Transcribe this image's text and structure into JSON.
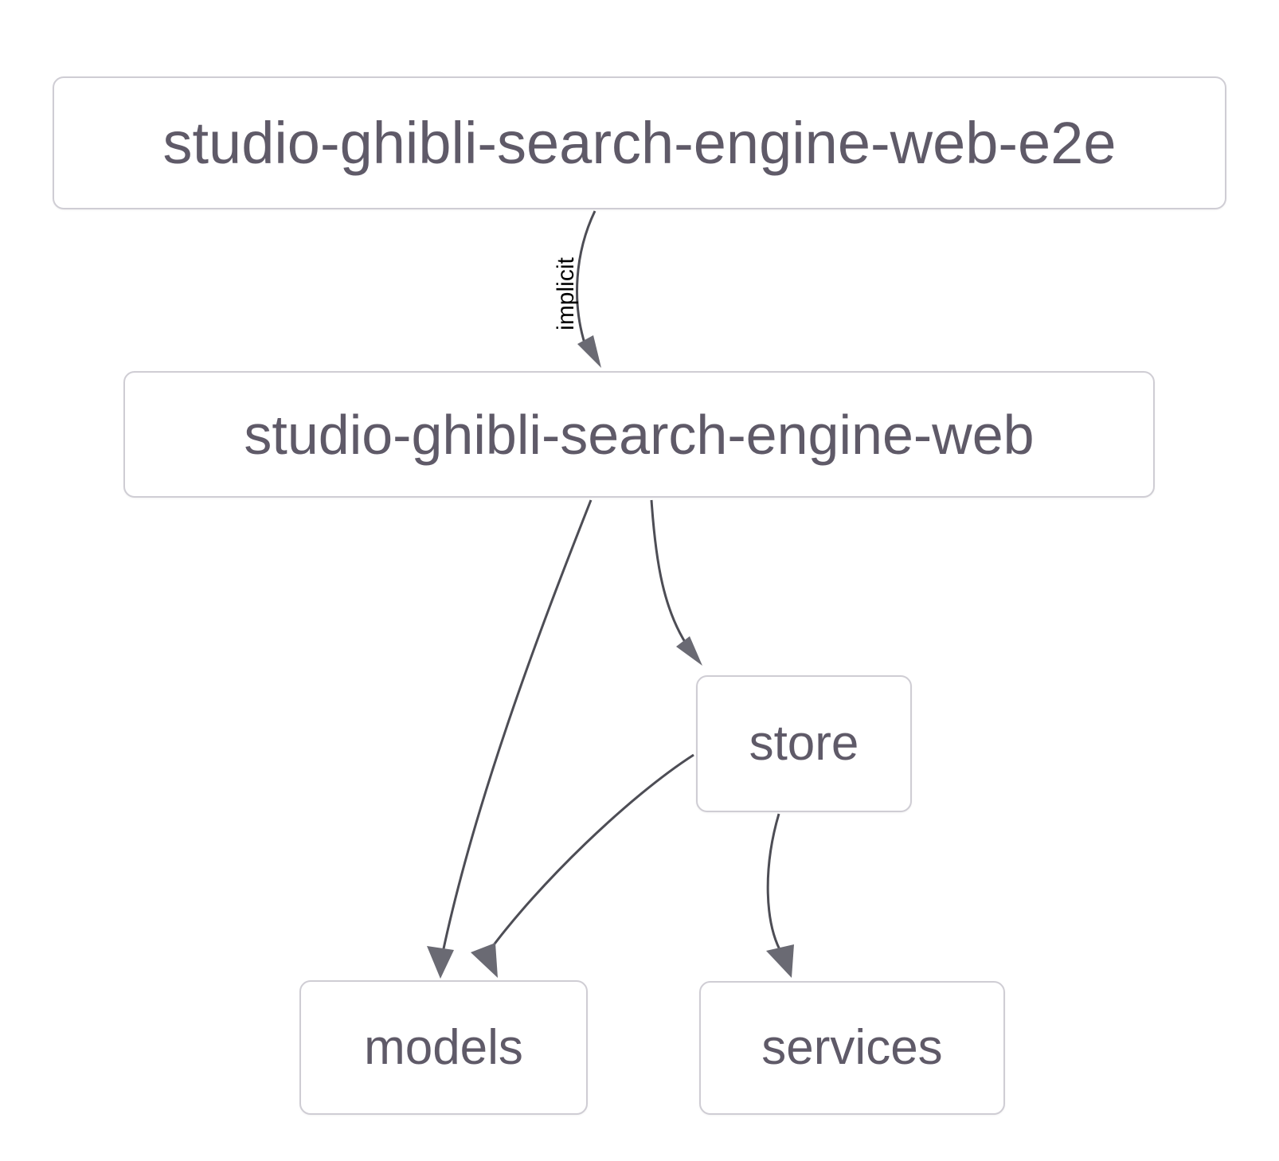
{
  "diagram": {
    "type": "dependency-graph",
    "background_color": "#ffffff",
    "node_border_color": "#cfcdd4",
    "node_text_color": "#5f5a68",
    "edge_color": "#4d4d55",
    "arrow_color": "#6a6a73",
    "edge_label_color": "#000000",
    "nodes": [
      {
        "id": "root",
        "label": "studio-ghibli-search-engine-web-e2e"
      },
      {
        "id": "web",
        "label": "studio-ghibli-search-engine-web"
      },
      {
        "id": "store",
        "label": "store"
      },
      {
        "id": "models",
        "label": "models"
      },
      {
        "id": "services",
        "label": "services"
      }
    ],
    "edges": [
      {
        "from": "root",
        "to": "web",
        "label": "implicit"
      },
      {
        "from": "web",
        "to": "models",
        "label": ""
      },
      {
        "from": "web",
        "to": "store",
        "label": ""
      },
      {
        "from": "store",
        "to": "models",
        "label": ""
      },
      {
        "from": "store",
        "to": "services",
        "label": ""
      }
    ]
  }
}
